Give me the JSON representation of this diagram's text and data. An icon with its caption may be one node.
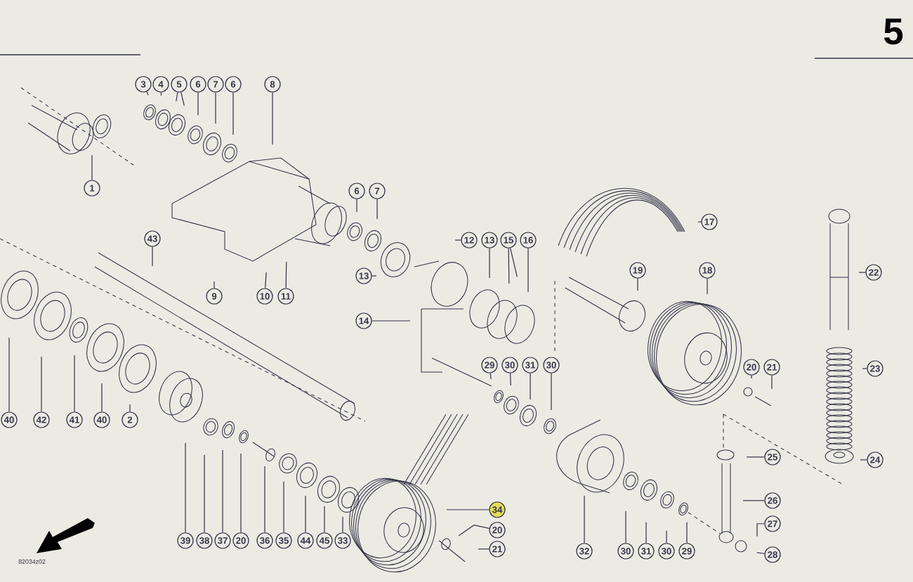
{
  "diagram": {
    "nodes": [
      {
        "text": [
          "3"
        ]
      },
      {
        "text": [
          "4"
        ]
      },
      {
        "text": [
          "5"
        ]
      },
      {
        "text": [
          "6"
        ]
      },
      {
        "text": [
          "7"
        ]
      },
      {
        "text": [
          "6"
        ]
      },
      {
        "text": [
          "8"
        ]
      },
      {
        "text": [
          "1"
        ]
      },
      {
        "text": [
          "6"
        ]
      },
      {
        "text": [
          "7"
        ]
      },
      {
        "text": [
          "17"
        ]
      },
      {
        "text": [
          "43"
        ]
      },
      {
        "text": [
          "12"
        ]
      },
      {
        "text": [
          "13"
        ]
      },
      {
        "text": [
          "15"
        ]
      },
      {
        "text": [
          "16"
        ]
      },
      {
        "text": [
          "19"
        ]
      },
      {
        "text": [
          "18"
        ]
      },
      {
        "text": [
          "22"
        ]
      },
      {
        "text": [
          "13"
        ]
      },
      {
        "text": [
          "9"
        ]
      },
      {
        "text": [
          "10"
        ]
      },
      {
        "text": [
          "11"
        ]
      },
      {
        "text": [
          "14"
        ]
      },
      {
        "text": [
          "29"
        ]
      },
      {
        "text": [
          "30"
        ]
      },
      {
        "text": [
          "31"
        ]
      },
      {
        "text": [
          "30"
        ]
      },
      {
        "text": [
          "20"
        ]
      },
      {
        "text": [
          "21"
        ]
      },
      {
        "text": [
          "23"
        ]
      },
      {
        "text": [
          "40"
        ]
      },
      {
        "text": [
          "42"
        ]
      },
      {
        "text": [
          "41"
        ]
      },
      {
        "text": [
          "40"
        ]
      },
      {
        "text": [
          "2"
        ]
      },
      {
        "text": [
          "25"
        ]
      },
      {
        "text": [
          "24"
        ]
      },
      {
        "text": [
          "26"
        ]
      },
      {
        "text": [
          "34"
        ]
      },
      {
        "text": [
          "27"
        ]
      },
      {
        "text": [
          "20"
        ]
      },
      {
        "text": [
          "39"
        ]
      },
      {
        "text": [
          "38"
        ]
      },
      {
        "text": [
          "37"
        ]
      },
      {
        "text": [
          "20"
        ]
      },
      {
        "text": [
          "36"
        ]
      },
      {
        "text": [
          "35"
        ]
      },
      {
        "text": [
          "44"
        ]
      },
      {
        "text": [
          "45"
        ]
      },
      {
        "text": [
          "33"
        ]
      },
      {
        "text": [
          "21"
        ]
      },
      {
        "text": [
          "32"
        ]
      },
      {
        "text": [
          "30"
        ]
      },
      {
        "text": [
          "31"
        ]
      },
      {
        "text": [
          "30"
        ]
      },
      {
        "text": [
          "29"
        ]
      },
      {
        "text": [
          "28"
        ]
      }
    ],
    "edges": [
      {
        "from": 0,
        "to": null,
        "arrow": "none"
      },
      {
        "from": 1,
        "to": null,
        "arrow": "none"
      },
      {
        "from": 2,
        "to": null,
        "arrow": "none"
      },
      {
        "from": 3,
        "to": null,
        "arrow": "none"
      },
      {
        "from": 4,
        "to": null,
        "arrow": "none"
      },
      {
        "from": 5,
        "to": null,
        "arrow": "none"
      },
      {
        "from": 6,
        "to": null,
        "arrow": "none"
      },
      {
        "from": 7,
        "to": null,
        "arrow": "none"
      },
      {
        "from": 8,
        "to": null,
        "arrow": "none"
      },
      {
        "from": 9,
        "to": null,
        "arrow": "none"
      },
      {
        "from": 10,
        "to": null,
        "arrow": "none"
      },
      {
        "from": 11,
        "to": null,
        "arrow": "none"
      },
      {
        "from": 12,
        "to": null,
        "arrow": "none"
      },
      {
        "from": 13,
        "to": null,
        "arrow": "none"
      },
      {
        "from": 14,
        "to": null,
        "arrow": "none"
      },
      {
        "from": 15,
        "to": null,
        "arrow": "none"
      },
      {
        "from": 16,
        "to": null,
        "arrow": "none"
      },
      {
        "from": 17,
        "to": null,
        "arrow": "none"
      },
      {
        "from": 18,
        "to": null,
        "arrow": "none"
      },
      {
        "from": 19,
        "to": null,
        "arrow": "none"
      },
      {
        "from": 20,
        "to": null,
        "arrow": "none"
      },
      {
        "from": 21,
        "to": null,
        "arrow": "none"
      },
      {
        "from": 22,
        "to": null,
        "arrow": "none"
      },
      {
        "from": 23,
        "to": null,
        "arrow": "none"
      },
      {
        "from": 24,
        "to": null,
        "arrow": "none"
      },
      {
        "from": 25,
        "to": null,
        "arrow": "none"
      },
      {
        "from": 26,
        "to": null,
        "arrow": "none"
      },
      {
        "from": 27,
        "to": null,
        "arrow": "none"
      },
      {
        "from": 28,
        "to": null,
        "arrow": "none"
      },
      {
        "from": 29,
        "to": null,
        "arrow": "none"
      },
      {
        "from": 30,
        "to": null,
        "arrow": "none"
      },
      {
        "from": 31,
        "to": null,
        "arrow": "none"
      },
      {
        "from": 32,
        "to": null,
        "arrow": "none"
      },
      {
        "from": 33,
        "to": null,
        "arrow": "none"
      },
      {
        "from": 34,
        "to": null,
        "arrow": "none"
      },
      {
        "from": 35,
        "to": null,
        "arrow": "none"
      },
      {
        "from": 36,
        "to": null,
        "arrow": "none"
      },
      {
        "from": 37,
        "to": null,
        "arrow": "none"
      },
      {
        "from": 38,
        "to": null,
        "arrow": "none"
      },
      {
        "from": 39,
        "to": null,
        "arrow": "none"
      },
      {
        "from": 40,
        "to": null,
        "arrow": "none"
      },
      {
        "from": 41,
        "to": null,
        "arrow": "none"
      },
      {
        "from": 42,
        "to": null,
        "arrow": "none"
      },
      {
        "from": 43,
        "to": null,
        "arrow": "none"
      },
      {
        "from": 44,
        "to": null,
        "arrow": "none"
      },
      {
        "from": 45,
        "to": null,
        "arrow": "none"
      },
      {
        "from": 46,
        "to": null,
        "arrow": "none"
      },
      {
        "from": 47,
        "to": null,
        "arrow": "none"
      },
      {
        "from": 48,
        "to": null,
        "arrow": "none"
      },
      {
        "from": 49,
        "to": null,
        "arrow": "none"
      },
      {
        "from": 50,
        "to": null,
        "arrow": "none"
      },
      {
        "from": 51,
        "to": null,
        "arrow": "none"
      },
      {
        "from": 52,
        "to": null,
        "arrow": "none"
      },
      {
        "from": 53,
        "to": null,
        "arrow": "none"
      },
      {
        "from": 54,
        "to": null,
        "arrow": "none"
      },
      {
        "from": 55,
        "to": null,
        "arrow": "none"
      },
      {
        "from": 56,
        "to": null,
        "arrow": "none"
      },
      {
        "from": 57,
        "to": null,
        "arrow": "none"
      },
      {
        "from": 2,
        "to": null,
        "arrow": "none"
      },
      {
        "from": 14,
        "to": null,
        "arrow": "none"
      }
    ],
    "labels": [
      "5",
      "82034z02"
    ]
  }
}
